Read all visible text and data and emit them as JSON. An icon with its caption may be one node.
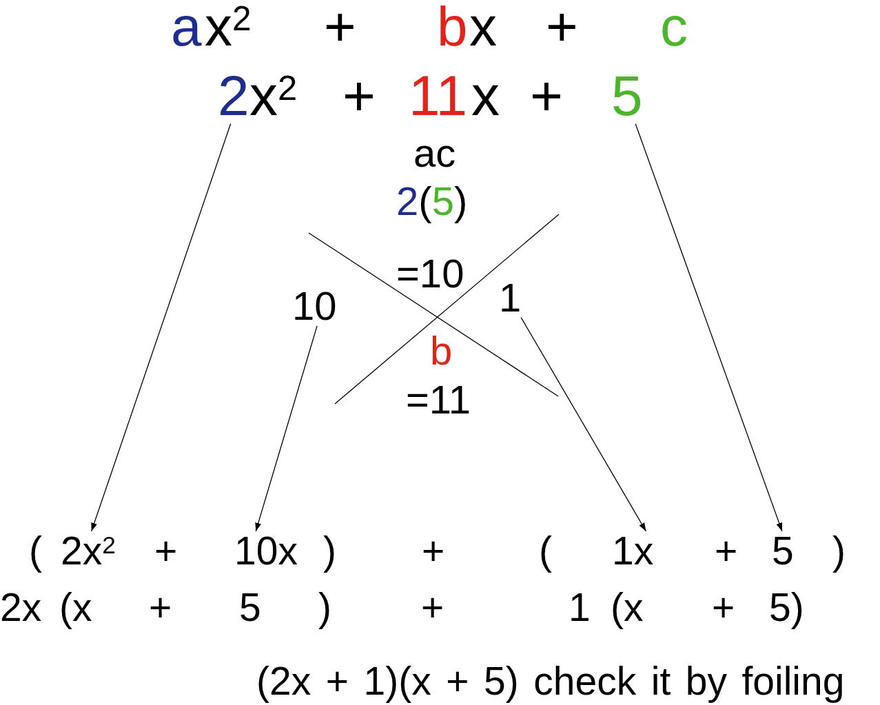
{
  "diagram": {
    "nodes": [
      {
        "text": [
          "2"
        ]
      },
      {
        "text": [
          "5"
        ]
      },
      {
        "text": [
          "10"
        ]
      },
      {
        "text": [
          "1"
        ]
      },
      {
        "text": [
          "2x$^{2}$"
        ]
      },
      {
        "text": [
          "10x"
        ]
      },
      {
        "text": [
          "1x"
        ]
      },
      {
        "text": [
          "5"
        ]
      }
    ],
    "edges": [
      {
        "from": 0,
        "to": 4,
        "arrow": "to"
      },
      {
        "from": 2,
        "to": 5,
        "arrow": "to"
      },
      {
        "from": 3,
        "to": 6,
        "arrow": "to"
      },
      {
        "from": 1,
        "to": 7,
        "arrow": "to"
      }
    ],
    "labels": [
      "a",
      "x$^{2}$",
      "+",
      "b",
      "x",
      "+",
      "c",
      "x$^{2}$",
      "+",
      "11",
      "x",
      "+",
      "ac",
      "2",
      "(",
      "5",
      ")",
      "=10",
      "b",
      "=11",
      "(",
      "+",
      ")",
      "+",
      "(",
      "+",
      ")",
      "2x",
      "(x",
      "+",
      "5",
      ")",
      "+",
      "1",
      "(x",
      "+",
      "5)",
      "(2x + 1)(x + 5) check it by foiling"
    ]
  }
}
